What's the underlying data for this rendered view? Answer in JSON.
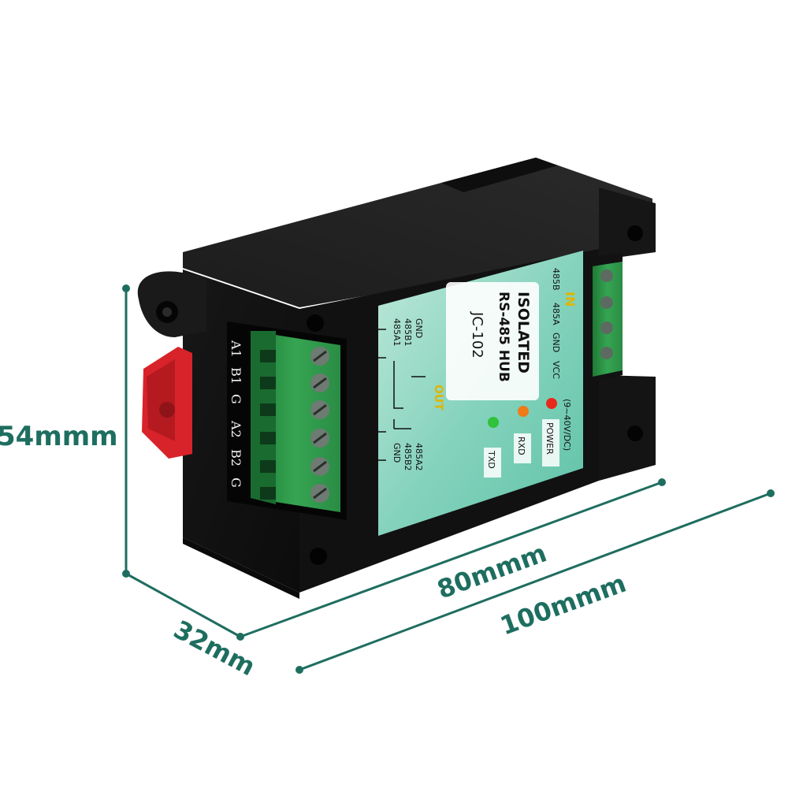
{
  "dimensions": {
    "height": "54mmm",
    "depth": "32mm",
    "width_inner": "80mmm",
    "width_outer": "100mmm"
  },
  "label": {
    "title_line1": "ISOLATED",
    "title_line2": "RS-485 HUB",
    "model": "JC-102",
    "out": "OUT",
    "in": "IN",
    "out_pins_group1": [
      "GND",
      "485B1",
      "485A1"
    ],
    "out_pins_group2": [
      "485A2",
      "485B2",
      "GND"
    ],
    "in_pins": [
      "485B",
      "485A",
      "GND",
      "VCC"
    ],
    "supply": "(9~40V/DC)",
    "power": "POWER",
    "rxd": "RXD",
    "txd": "TXD"
  },
  "terminal_labels": [
    "A1",
    "B1",
    "G",
    "A2",
    "B2",
    "G"
  ],
  "colors": {
    "accent": "#1e6e60",
    "housing": "#151515",
    "terminal": "#2f9a4a",
    "led_power": "#e8281c",
    "led_rxd": "#f07a18",
    "led_txd": "#2fc23a",
    "din_clip": "#d8232a"
  }
}
